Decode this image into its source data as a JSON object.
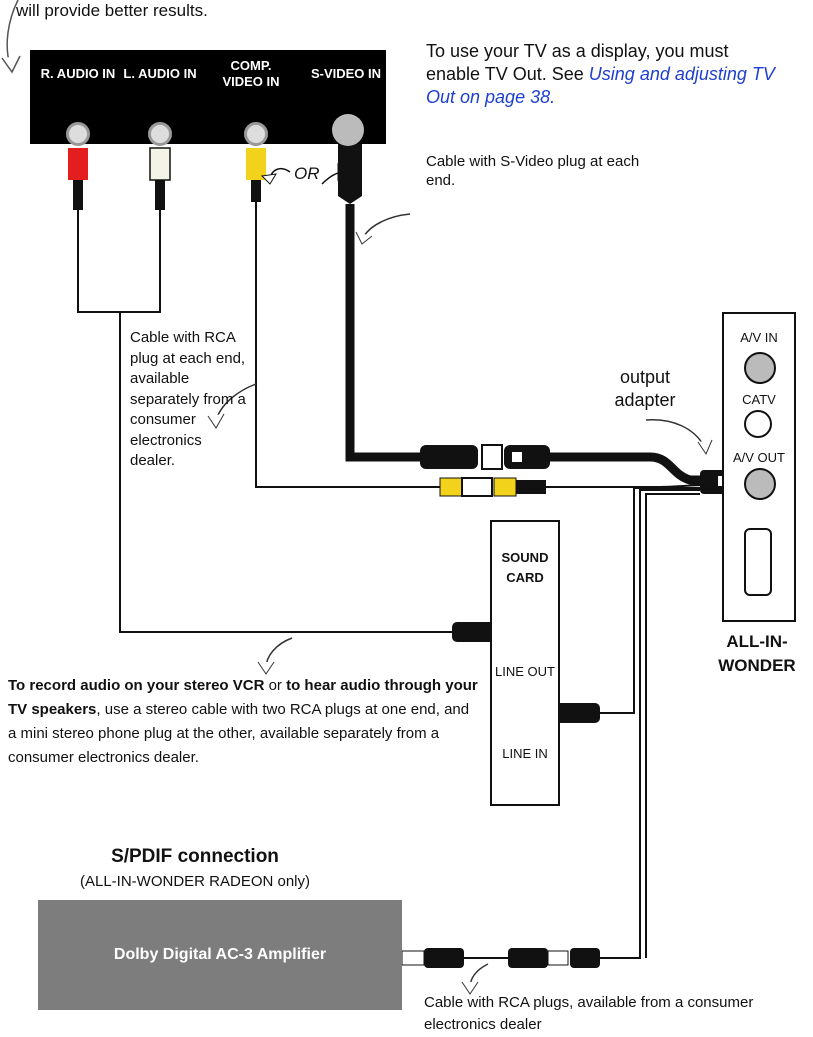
{
  "top_caption": "will provide better results.",
  "tv_note": {
    "text": "To use your TV as a display, you must enable TV Out.  See",
    "link": "Using and adjusting TV Out on page 38."
  },
  "tv_panel": {
    "jacks": [
      {
        "label": "R. AUDIO IN"
      },
      {
        "label": "L. AUDIO IN"
      },
      {
        "label": "COMP. VIDEO IN"
      },
      {
        "label": "S-VIDEO IN"
      }
    ]
  },
  "or_label": "OR",
  "svideo_cable_note": "Cable with S-Video plug at each end.",
  "rca_cable_note": "Cable with RCA plug at each end, available separately from a consumer electronics dealer.",
  "output_adapter_label": "output adapter",
  "aiw_card": {
    "av_in": "A/V IN",
    "catv": "CATV",
    "av_out": "A/V OUT",
    "name": "ALL-IN-WONDER"
  },
  "sound_card": {
    "title": "SOUND CARD",
    "line_out": "LINE OUT",
    "line_in": "LINE IN"
  },
  "audio_note": {
    "bold1": "To record audio on your stereo VCR",
    "or": " or ",
    "bold2": "to hear audio through your TV speakers",
    "rest": ", use a stereo cable with two RCA plugs at one end, and a mini stereo phone plug at the other, available separately from a consumer electronics dealer."
  },
  "spdif": {
    "title": "S/PDIF connection",
    "subtitle": "(ALL-IN-WONDER RADEON only)",
    "amplifier": "Dolby Digital AC-3 Amplifier",
    "cable_note": "Cable with RCA plugs, available from a consumer electronics dealer"
  },
  "colors": {
    "red_plug": "#e41e1e",
    "yellow_plug": "#f2d21a",
    "amp_gray": "#7d7d7d",
    "link_blue": "#1f3fd0"
  }
}
